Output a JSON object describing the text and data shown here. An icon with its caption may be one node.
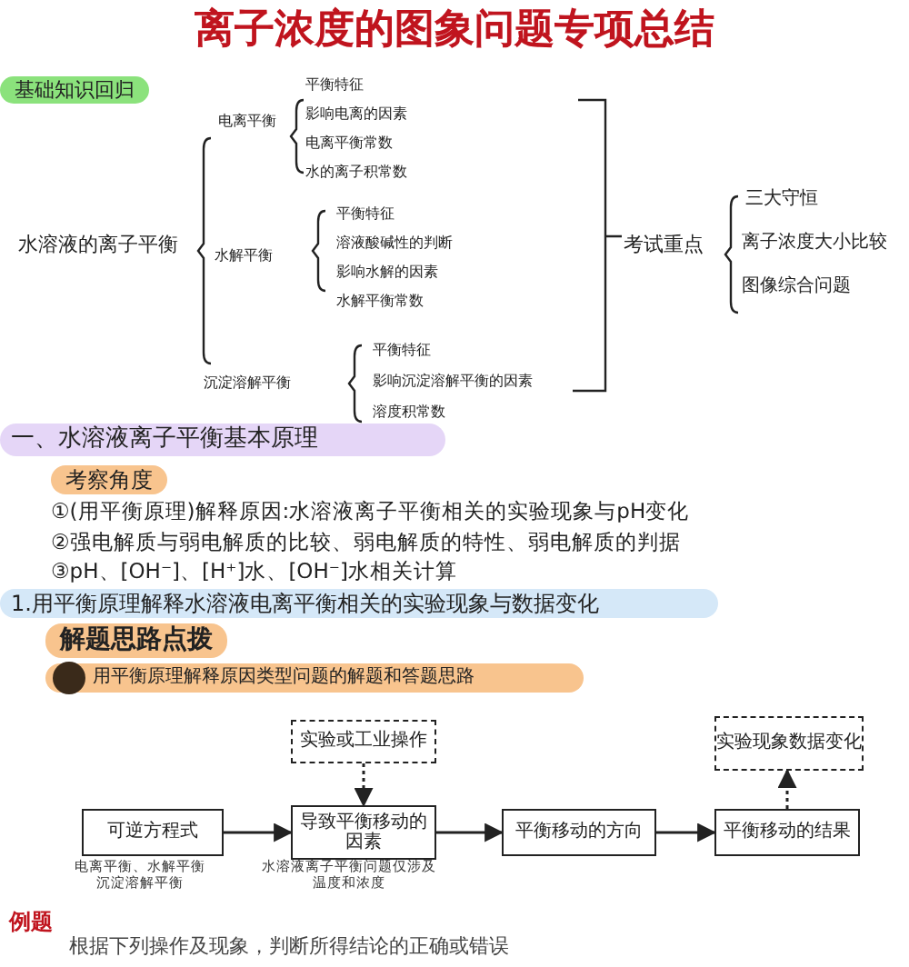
{
  "diagram": {
    "title": "离子浓度的图象问题专项总结",
    "nodes": [
      {
        "text": [
          "实验或工业操作"
        ]
      },
      {
        "text": [
          "实验现象数据变化"
        ]
      },
      {
        "text": [
          "可逆方程式"
        ],
        "beside": [
          "电离平衡、水解平衡沉淀溶解平衡"
        ]
      },
      {
        "text": [
          "导致平衡移动的因素"
        ],
        "beside": [
          "水溶液离子平衡问题仅涉及温度和浓度"
        ]
      },
      {
        "text": [
          "平衡移动的方向"
        ]
      },
      {
        "text": [
          "平衡移动的结果"
        ]
      }
    ],
    "edges": [
      {
        "from": 0,
        "to": 3,
        "arrow": "to",
        "style": "dashed"
      },
      {
        "from": 2,
        "to": 3,
        "arrow": "to"
      },
      {
        "from": 3,
        "to": 4,
        "arrow": "to"
      },
      {
        "from": 4,
        "to": 5,
        "arrow": "to"
      },
      {
        "from": 5,
        "to": 1,
        "arrow": "to",
        "style": "dashed"
      }
    ],
    "labels": [
      "基础知识回归",
      "电离平衡",
      "平衡特征",
      "影响电离的因素",
      "电离平衡常数",
      "水的离子积常数",
      "水溶液的离子平衡",
      "水解平衡",
      "平衡特征",
      "溶液酸碱性的判断",
      "影响水解的因素",
      "水解平衡常数",
      "沉淀溶解平衡",
      "平衡特征",
      "影响沉淀溶解平衡的因素",
      "溶度积常数",
      "考试重点",
      "三大守恒",
      "离子浓度大小比较",
      "图像综合问题",
      "一、水溶液离子平衡基本原理",
      "考察角度",
      "①(用平衡原理)解释原因:水溶液离子平衡相关的实验现象与pH变化",
      "②强电解质与弱电解质的比较、弱电解质的特性、弱电解质的判据",
      "③pH、[OH⁻]、[H⁺]水、[OH⁻]水相关计算",
      "1.用平衡原理解释水溶液电离平衡相关的实验现象与数据变化",
      "解题思路点拨",
      "用平衡原理解释原因类型问题的解题和答题思路",
      "例题",
      "根据下列操作及现象，判断所得结论的正确或错误"
    ]
  }
}
